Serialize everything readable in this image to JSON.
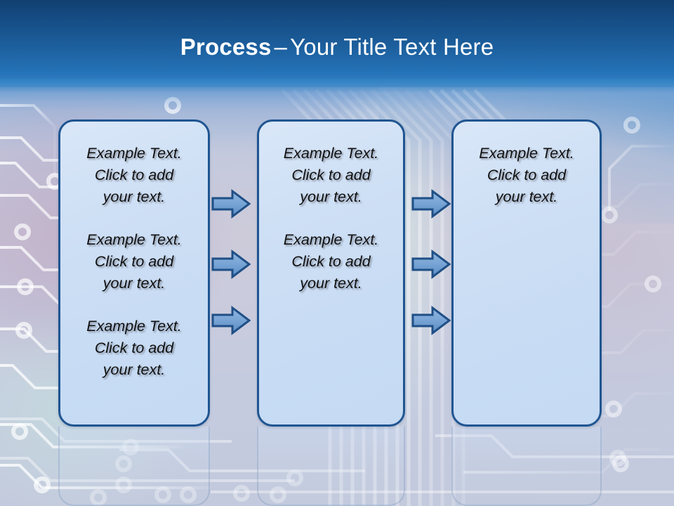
{
  "slide": {
    "title": {
      "bold_part": "Process",
      "dash": "–",
      "rest": "Your Title Text Here"
    },
    "theme": {
      "header_top_color": "#123f70",
      "header_bottom_color": "#3a84c4",
      "box_fill_color": "#cfe0f5",
      "box_border_color": "#1f5591",
      "arrow_fill_color": "#6c9bd2",
      "arrow_border_color": "#1f4f86",
      "title_text_color": "#ffffff",
      "body_text_color": "#101010"
    },
    "boxes": [
      {
        "id": "box-1",
        "name": "process-box-1",
        "blocks": [
          "Example Text.\nClick  to add\nyour text.",
          "Example Text.\nClick  to add\nyour text.",
          "Example Text.\nClick  to add\nyour text."
        ]
      },
      {
        "id": "box-2",
        "name": "process-box-2",
        "blocks": [
          "Example Text.\nClick  to add\nyour text.",
          "Example Text.\nClick  to add\nyour text."
        ]
      },
      {
        "id": "box-3",
        "name": "process-box-3",
        "blocks": [
          "Example Text.\nClick  to add\nyour text."
        ]
      }
    ],
    "arrows": {
      "icon_name": "right-arrow-icon",
      "columns": 2,
      "rows": 3,
      "direction": "right",
      "count": 6
    },
    "background": {
      "description": "circuit-board",
      "icon_name": "circuit-trace-pattern"
    }
  }
}
